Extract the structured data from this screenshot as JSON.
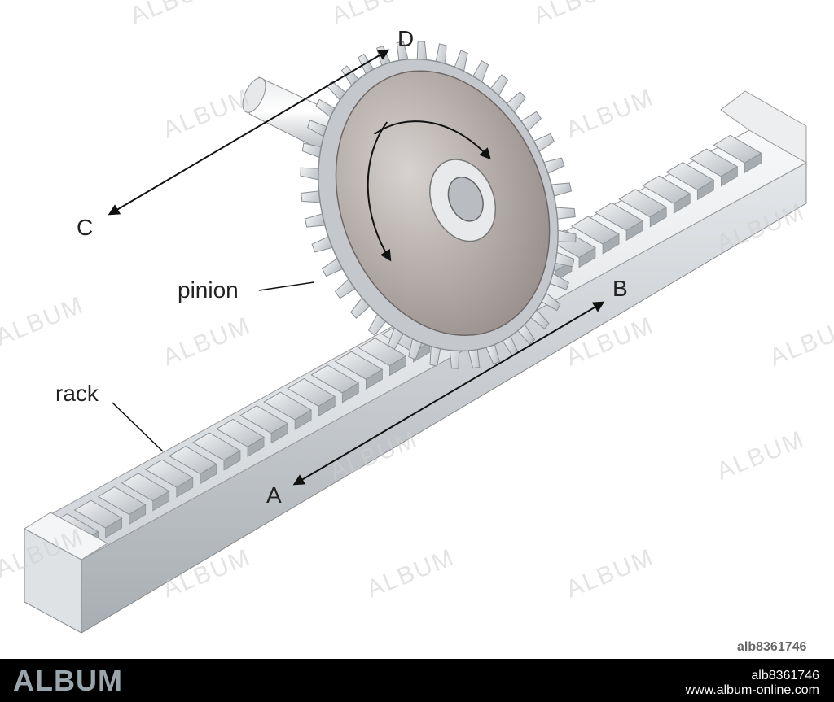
{
  "labels": {
    "a": "A",
    "b": "B",
    "c": "C",
    "d": "D",
    "pinion": "pinion",
    "rack": "rack"
  },
  "watermark": {
    "text": "ALBUM",
    "image_id": "alb8361746"
  },
  "footer": {
    "brand": "ALBUM",
    "image_id": "alb8361746",
    "url": "www.album-online.com"
  },
  "colors": {
    "metal_light": "#eef0f2",
    "metal_mid": "#c9cdd1",
    "metal_dark": "#9ea3a8",
    "gear_face": "#a89f9c",
    "footer_bg": "#000000"
  }
}
